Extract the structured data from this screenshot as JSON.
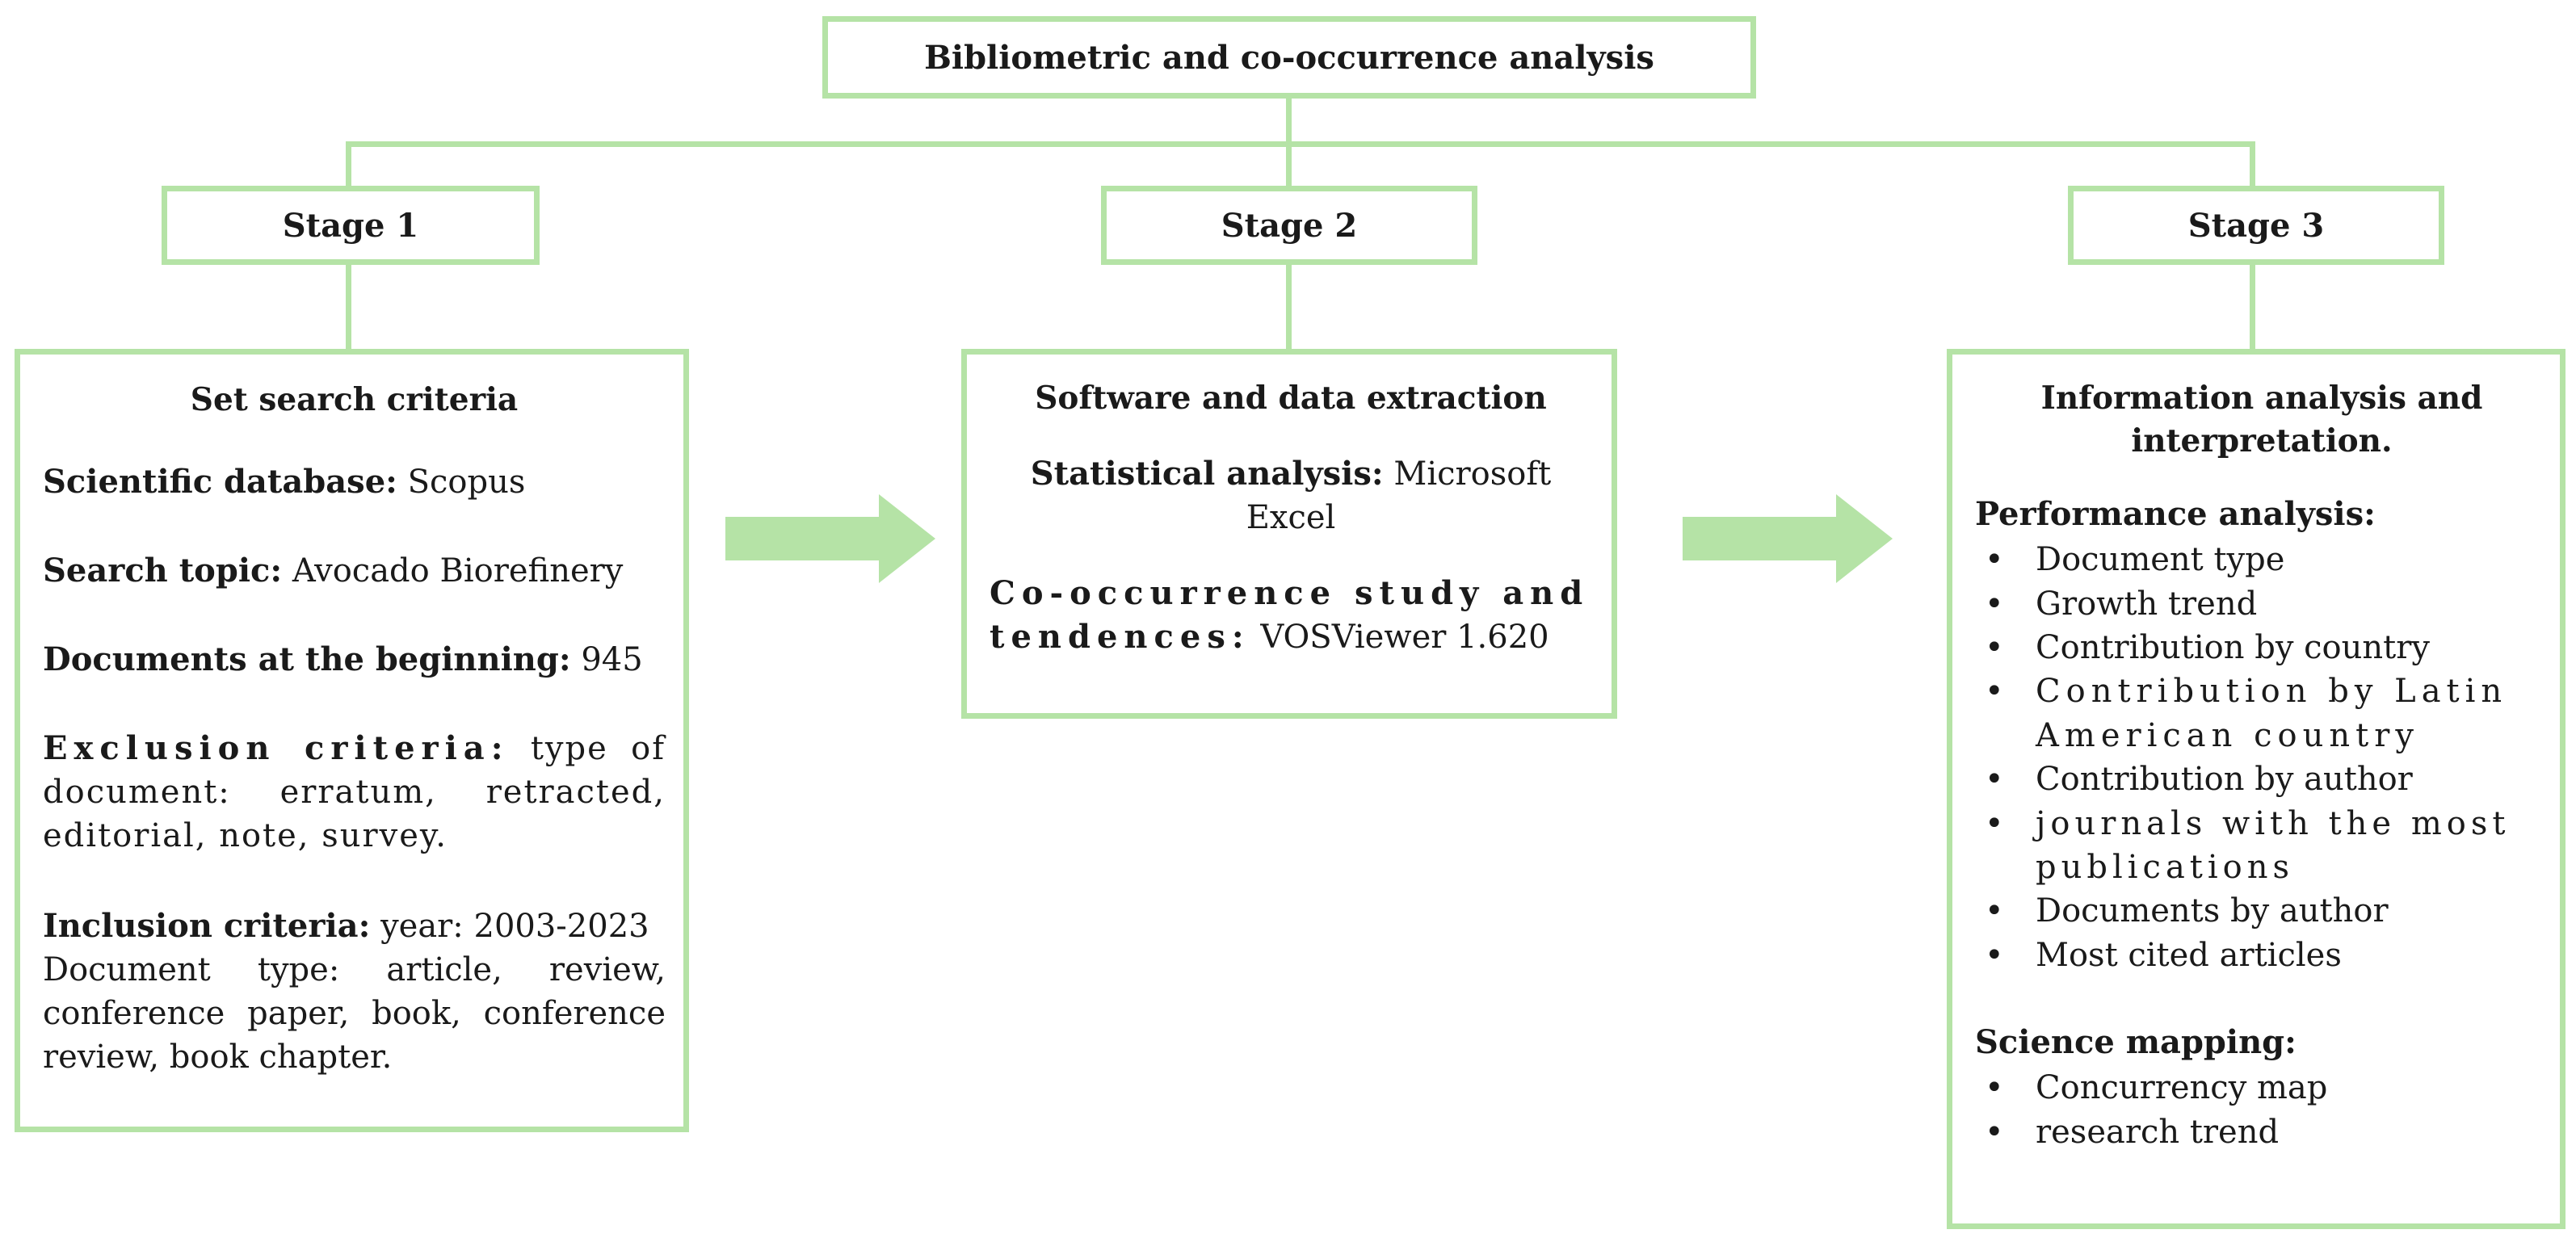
{
  "top": {
    "title": "Bibliometric and co-occurrence analysis"
  },
  "stages": [
    {
      "label": "Stage 1"
    },
    {
      "label": "Stage 2"
    },
    {
      "label": "Stage 3"
    }
  ],
  "stage1_box": {
    "title": "Set search criteria",
    "database_label": "Scientific database:",
    "database_value": "Scopus",
    "topic_label": "Search topic:",
    "topic_value": "Avocado Biorefinery",
    "docs_label": "Documents at the beginning:",
    "docs_value": "945",
    "exclusion_label": "Exclusion criteria:",
    "exclusion_value": "type of document: erratum, retracted, editorial, note, survey.",
    "inclusion_label": "Inclusion criteria:",
    "inclusion_value": "year: 2003-2023",
    "doctype_value": "Document type: article, review, conference paper, book, conference review, book chapter."
  },
  "stage2_box": {
    "title": "Software and data extraction",
    "stat_label": "Statistical analysis:",
    "stat_value": "Microsoft Excel",
    "cooc_label": "Co-occurrence study and tendences:",
    "cooc_value": "VOSViewer 1.620"
  },
  "stage3_box": {
    "title": "Information analysis and interpretation.",
    "performance_label": "Performance analysis:",
    "performance_items": [
      "Document type",
      "Growth trend",
      "Contribution by country",
      "Contribution by Latin American country",
      "Contribution by author",
      "journals with the most publications",
      "Documents by author",
      "Most cited articles"
    ],
    "mapping_label": "Science mapping:",
    "mapping_items": [
      "Concurrency map",
      "research trend"
    ]
  },
  "colors": {
    "box_border": "#b5e3a6",
    "arrow_fill": "#b5e3a6"
  }
}
